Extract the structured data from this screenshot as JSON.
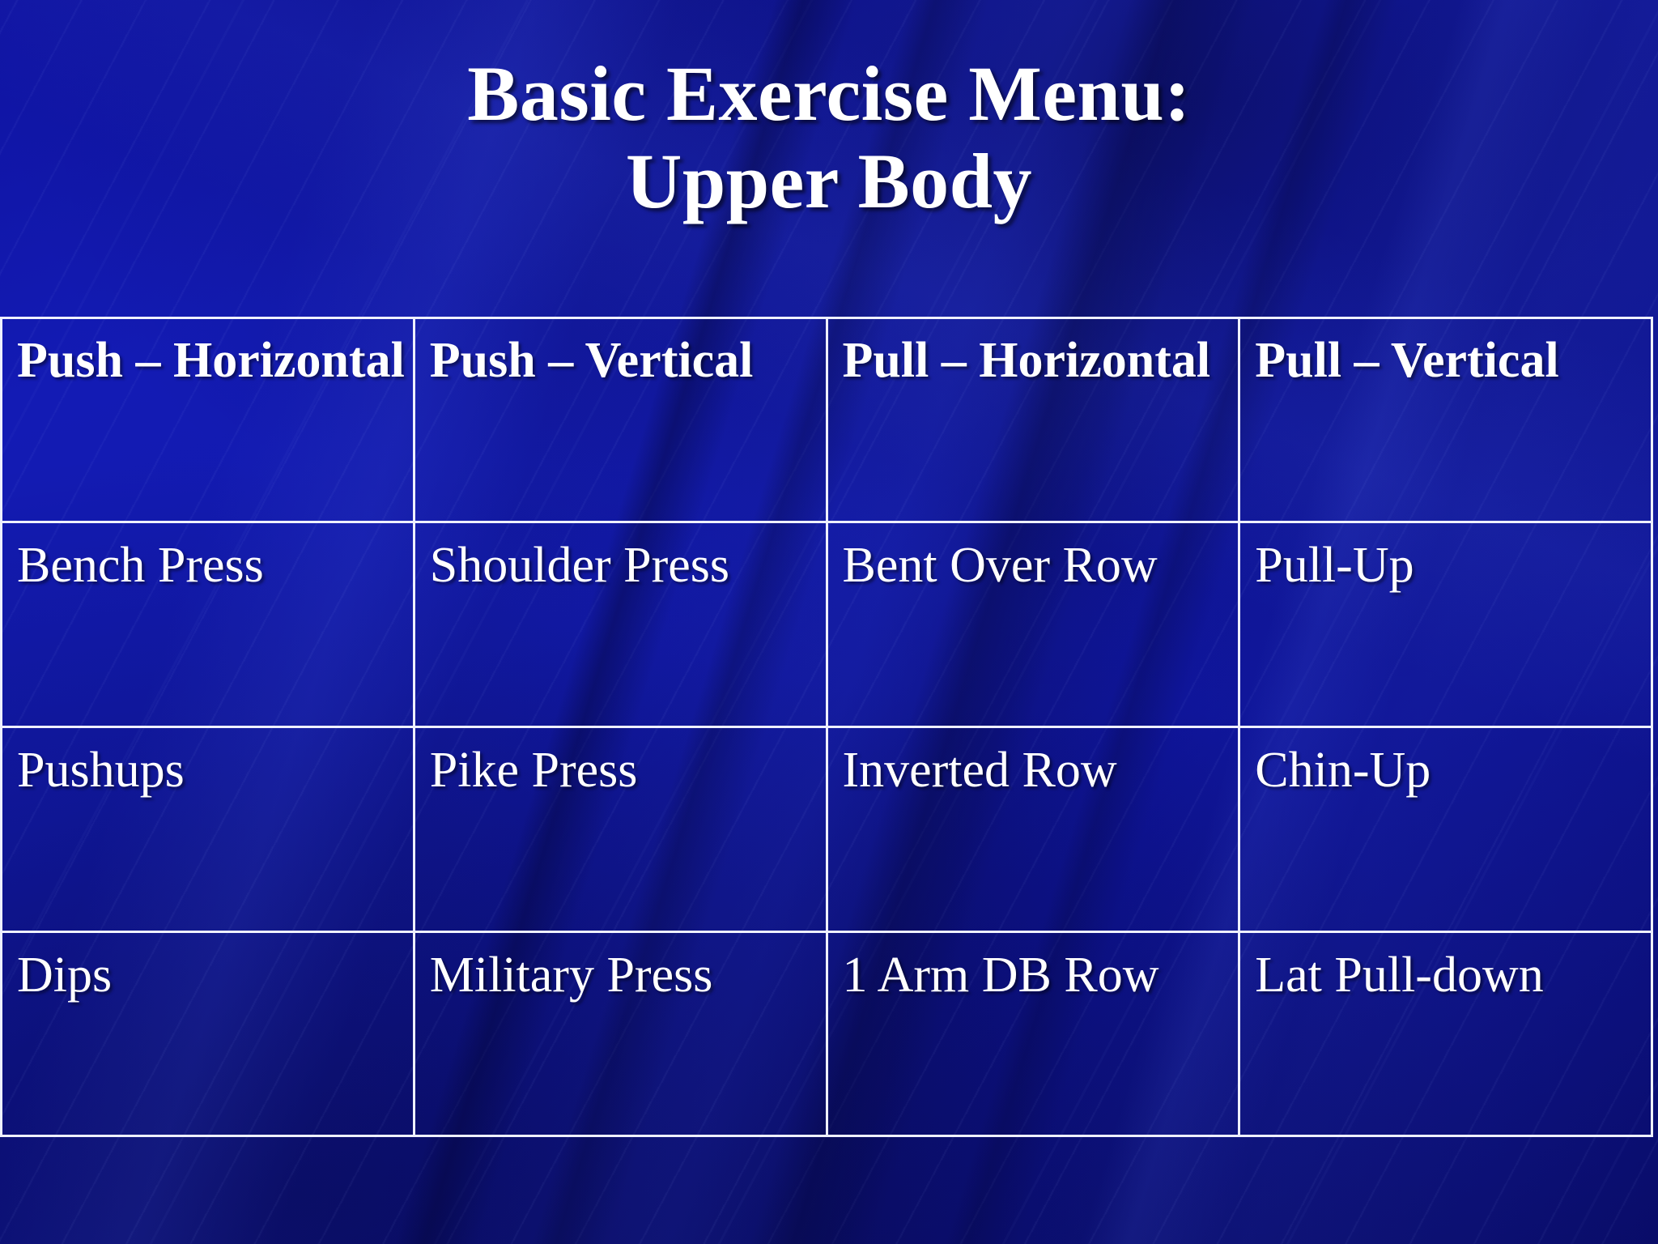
{
  "slide": {
    "title_line_1": "Basic Exercise Menu:",
    "title_line_2": "Upper Body",
    "background_color": "#121aae",
    "background_dark_color": "#090c68",
    "text_color": "#ffffff",
    "border_color": "#eef0ff"
  },
  "table": {
    "headers": [
      "Push – Horizontal",
      "Push – Vertical",
      "Pull – Horizontal",
      "Pull – Vertical"
    ],
    "rows": [
      [
        "Bench Press",
        "Shoulder Press",
        "Bent Over Row",
        "Pull-Up"
      ],
      [
        "Pushups",
        "Pike Press",
        "Inverted Row",
        "Chin-Up"
      ],
      [
        "Dips",
        "Military Press",
        "1 Arm DB Row",
        "Lat Pull-down"
      ]
    ]
  }
}
